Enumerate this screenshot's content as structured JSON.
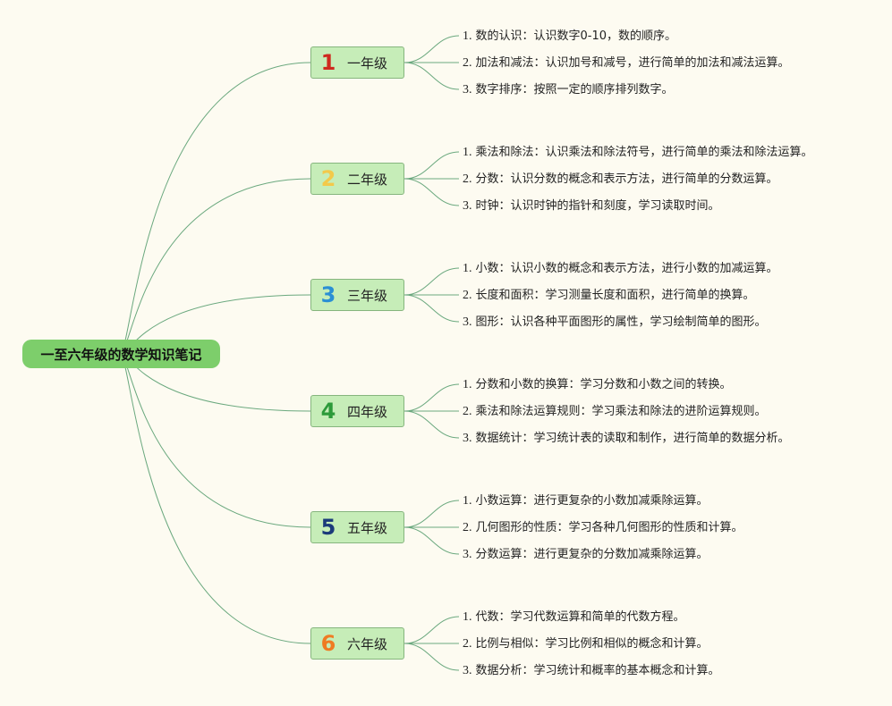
{
  "root": {
    "label": "一至六年级的数学知识笔记"
  },
  "colors": {
    "line": "#6aa87e",
    "root_bg": "#7dce6b",
    "node_bg": "#c6edb8"
  },
  "grades": [
    {
      "num": "1",
      "label": "一年级",
      "color": "#cf2a1f",
      "items": [
        {
          "idx": "1.",
          "title": "数的认识",
          "desc": "认识数字0-10，数的顺序。"
        },
        {
          "idx": "2.",
          "title": "加法和减法",
          "desc": "认识加号和减号，进行简单的加法和减法运算。"
        },
        {
          "idx": "3.",
          "title": "数字排序",
          "desc": "按照一定的顺序排列数字。"
        }
      ]
    },
    {
      "num": "2",
      "label": "二年级",
      "color": "#f3c94a",
      "items": [
        {
          "idx": "1.",
          "title": "乘法和除法",
          "desc": "认识乘法和除法符号，进行简单的乘法和除法运算。"
        },
        {
          "idx": "2.",
          "title": "分数",
          "desc": "认识分数的概念和表示方法，进行简单的分数运算。"
        },
        {
          "idx": "3.",
          "title": "时钟",
          "desc": "认识时钟的指针和刻度，学习读取时间。"
        }
      ]
    },
    {
      "num": "3",
      "label": "三年级",
      "color": "#2a8fd4",
      "items": [
        {
          "idx": "1.",
          "title": "小数",
          "desc": "认识小数的概念和表示方法，进行小数的加减运算。"
        },
        {
          "idx": "2.",
          "title": "长度和面积",
          "desc": "学习测量长度和面积，进行简单的换算。"
        },
        {
          "idx": "3.",
          "title": "图形",
          "desc": "认识各种平面图形的属性，学习绘制简单的图形。"
        }
      ]
    },
    {
      "num": "4",
      "label": "四年级",
      "color": "#2d9a3a",
      "items": [
        {
          "idx": "1.",
          "title": "分数和小数的换算",
          "desc": "学习分数和小数之间的转换。"
        },
        {
          "idx": "2.",
          "title": "乘法和除法运算规则",
          "desc": "学习乘法和除法的进阶运算规则。"
        },
        {
          "idx": "3.",
          "title": "数据统计",
          "desc": "学习统计表的读取和制作，进行简单的数据分析。"
        }
      ]
    },
    {
      "num": "5",
      "label": "五年级",
      "color": "#1b3a7a",
      "items": [
        {
          "idx": "1.",
          "title": "小数运算",
          "desc": "进行更复杂的小数加减乘除运算。"
        },
        {
          "idx": "2.",
          "title": "几何图形的性质",
          "desc": "学习各种几何图形的性质和计算。"
        },
        {
          "idx": "3.",
          "title": "分数运算",
          "desc": "进行更复杂的分数加减乘除运算。"
        }
      ]
    },
    {
      "num": "6",
      "label": "六年级",
      "color": "#ef7b22",
      "items": [
        {
          "idx": "1.",
          "title": "代数",
          "desc": "学习代数运算和简单的代数方程。"
        },
        {
          "idx": "2.",
          "title": "比例与相似",
          "desc": "学习比例和相似的概念和计算。"
        },
        {
          "idx": "3.",
          "title": "数据分析",
          "desc": "学习统计和概率的基本概念和计算。"
        }
      ]
    }
  ]
}
